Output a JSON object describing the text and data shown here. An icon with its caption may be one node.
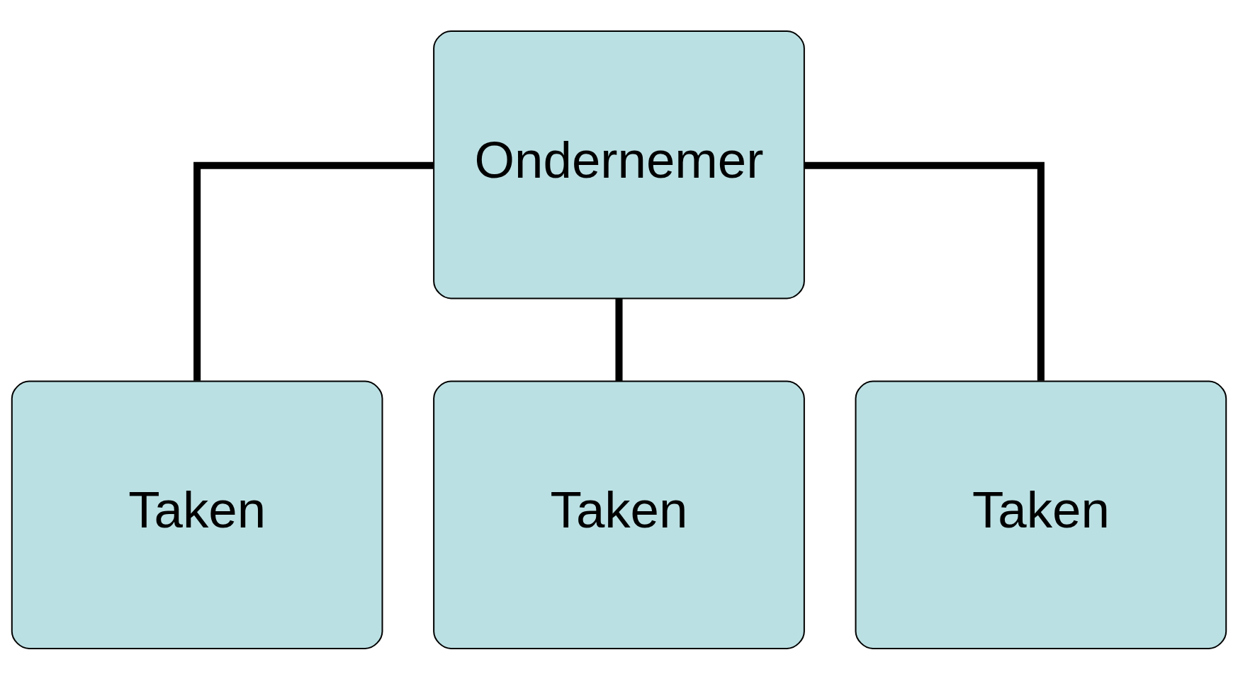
{
  "diagram": {
    "nodes": [
      {
        "text": [
          "Ondernemer"
        ]
      },
      {
        "text": [
          "Taken"
        ]
      },
      {
        "text": [
          "Taken"
        ]
      },
      {
        "text": [
          "Taken"
        ]
      }
    ],
    "edges": [
      {
        "from": 0,
        "to": 1,
        "arrow": "none"
      },
      {
        "from": 0,
        "to": 2,
        "arrow": "none"
      },
      {
        "from": 0,
        "to": 3,
        "arrow": "none"
      }
    ]
  }
}
